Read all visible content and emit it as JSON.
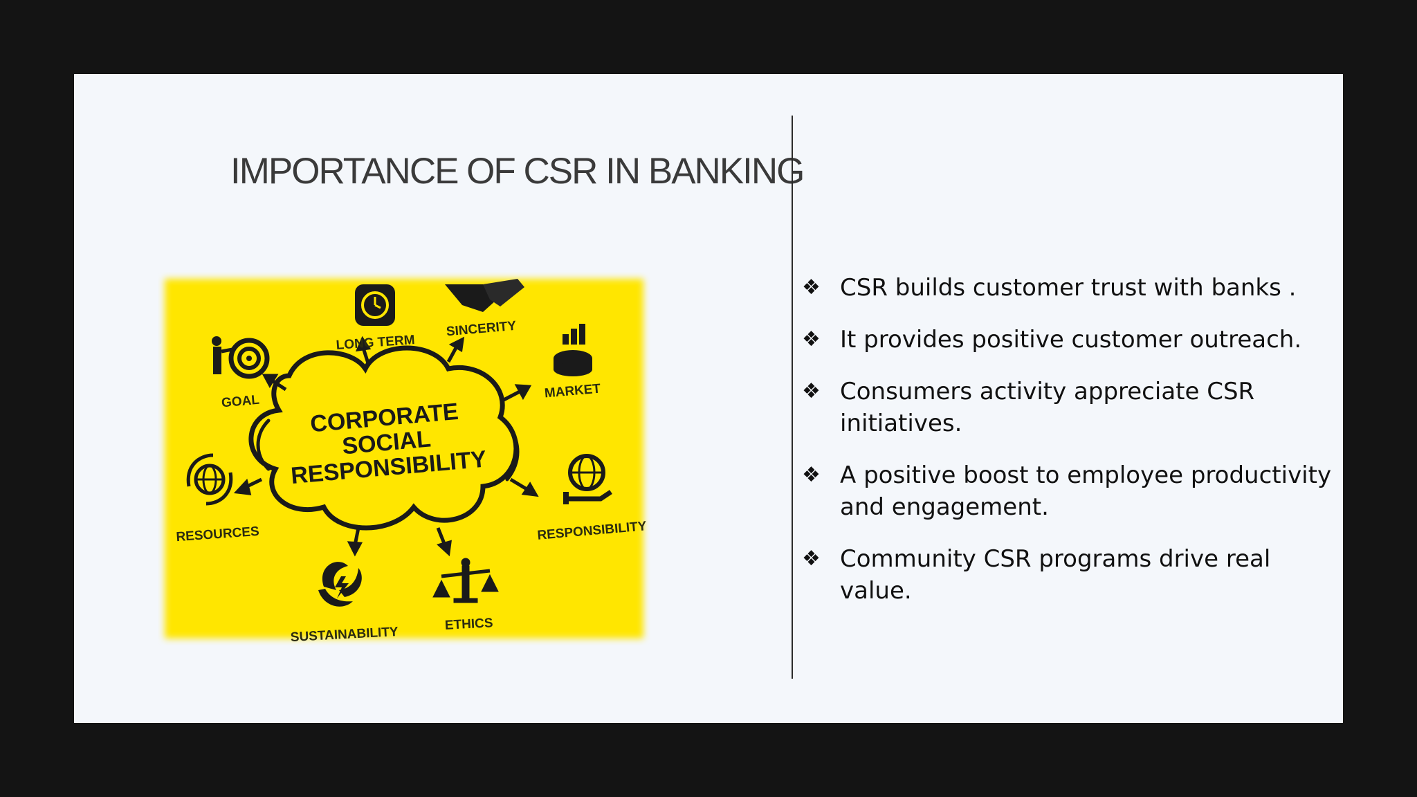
{
  "slide": {
    "title": "IMPORTANCE OF CSR IN BANKING",
    "colors": {
      "background": "#141414",
      "slide": "#f4f7fb",
      "title": "#3a3a3a",
      "illustration_bg": "#ffe600",
      "illustration_ink": "#1a1a1a"
    },
    "illustration": {
      "center_lines": [
        "CORPORATE",
        "SOCIAL",
        "RESPONSIBILITY"
      ],
      "labels": {
        "long_term": "LONG TERM",
        "sincerity": "SINCERITY",
        "goal": "GOAL",
        "market": "MARKET",
        "resources": "RESOURCES",
        "responsibility": "RESPONSIBILITY",
        "sustainability": "SUSTAINABILITY",
        "ethics": "ETHICS"
      },
      "icons": [
        "clock-icon",
        "handshake-icon",
        "target-goal-icon",
        "market-chart-icon",
        "globe-arrows-icon",
        "globe-hand-icon",
        "leaf-sustainability-icon",
        "scales-icon"
      ]
    },
    "bullet_icon": "❖",
    "bullets": [
      "CSR builds customer trust with banks .",
      "It provides positive customer outreach.",
      "Consumers activity appreciate CSR initiatives.",
      "A positive boost to employee productivity and engagement.",
      "Community CSR programs drive real value."
    ]
  }
}
